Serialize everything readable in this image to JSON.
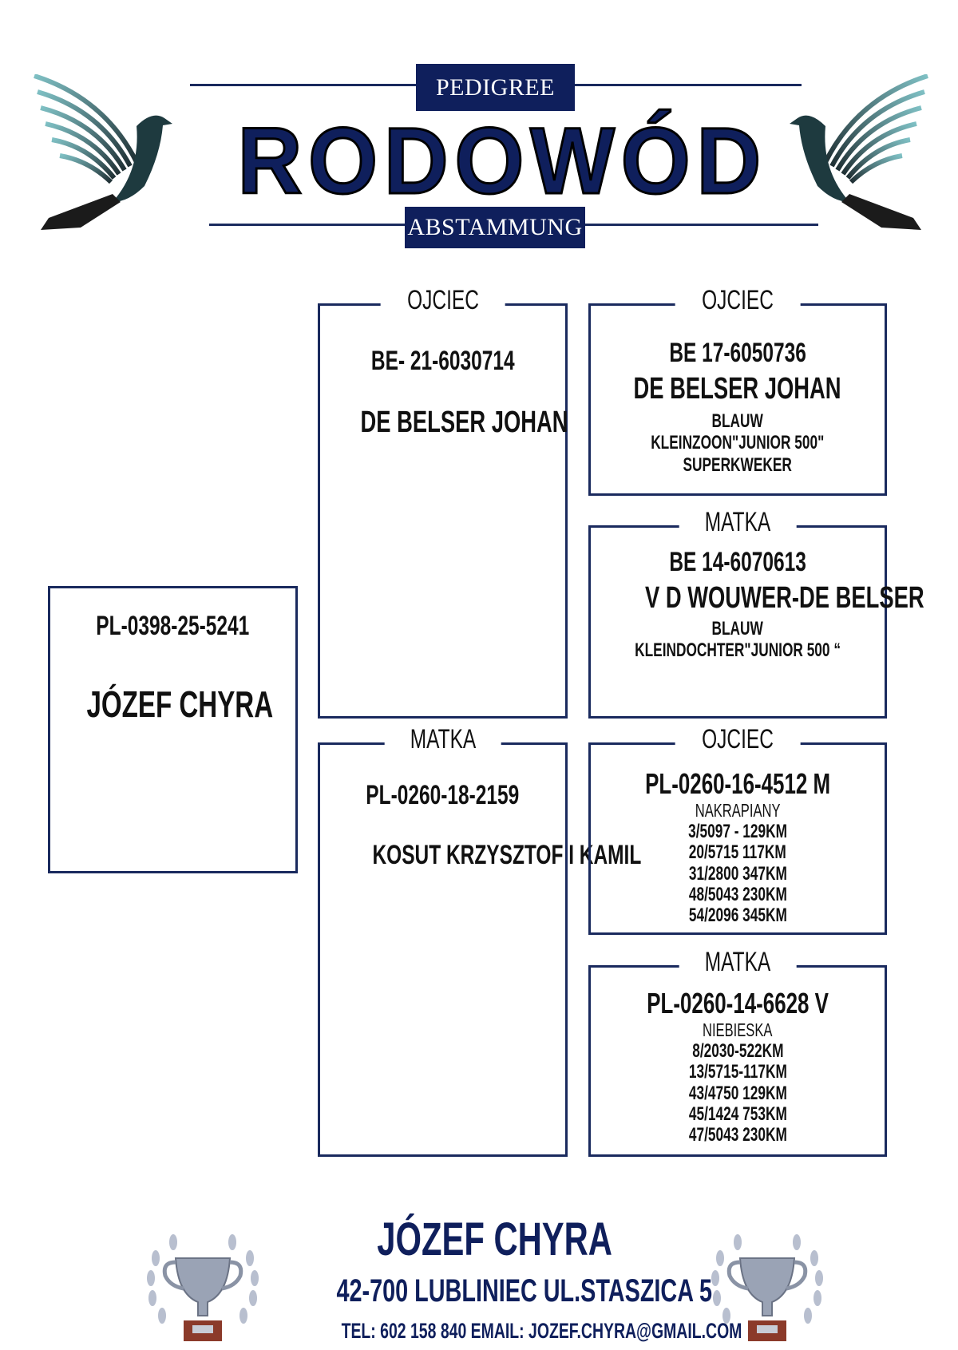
{
  "header": {
    "top_tag": "PEDIGREE",
    "title": "RODOWÓD",
    "bottom_tag": "ABSTAMMUNG"
  },
  "subject": {
    "ring": "PL-0398-25-5241",
    "owner": "JÓZEF CHYRA"
  },
  "father": {
    "label": "OJCIEC",
    "ring": "BE- 21-6030714",
    "breeder": "DE BELSER JOHAN"
  },
  "mother": {
    "label": "MATKA",
    "ring": "PL-0260-18-2159",
    "breeder": "KOSUT KRZYSZTOF I KAMIL"
  },
  "paternal_grandfather": {
    "label": "OJCIEC",
    "ring": "BE 17-6050736",
    "breeder": "DE BELSER JOHAN",
    "notes": [
      "BLAUW",
      "KLEINZOON\"JUNIOR 500\"",
      "SUPERKWEKER"
    ]
  },
  "paternal_grandmother": {
    "label": "MATKA",
    "ring": "BE 14-6070613",
    "breeder": "V D WOUWER-DE BELSER",
    "notes": [
      "BLAUW",
      "KLEINDOCHTER\"JUNIOR 500 “"
    ]
  },
  "maternal_grandfather": {
    "label": "OJCIEC",
    "ring": "PL-0260-16-4512 M",
    "color": "NAKRAPIANY",
    "results": [
      "3/5097 - 129KM",
      "20/5715 117KM",
      "31/2800 347KM",
      "48/5043 230KM",
      "54/2096 345KM"
    ]
  },
  "maternal_grandmother": {
    "label": "MATKA",
    "ring": "PL-0260-14-6628 V",
    "color": "NIEBIESKA",
    "results": [
      "8/2030-522KM",
      "13/5715-117KM",
      "43/4750 129KM",
      "45/1424 753KM",
      "47/5043 230KM"
    ]
  },
  "footer": {
    "name": "JÓZEF CHYRA",
    "address": "42-700 LUBLINIEC UL.STASZICA 5",
    "contact": "TEL: 602 158 840 EMAIL: JOZEF.CHYRA@GMAIL.COM"
  },
  "colors": {
    "navy": "#0f1f5c",
    "border": "#1a2a5e",
    "teal": "#4f9aa0"
  }
}
